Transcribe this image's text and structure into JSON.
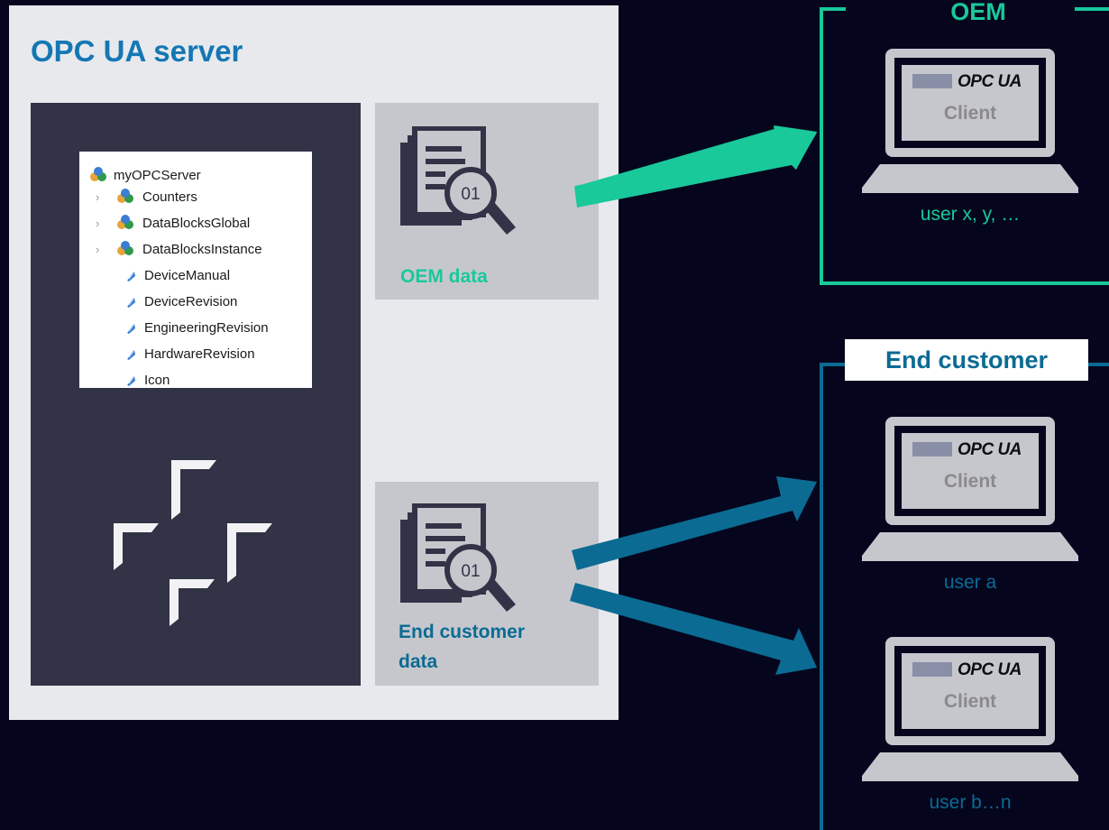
{
  "server": {
    "title": "OPC UA server",
    "tree": {
      "root": "myOPCServer",
      "items": [
        {
          "label": "Counters",
          "kind": "folder"
        },
        {
          "label": "DataBlocksGlobal",
          "kind": "folder"
        },
        {
          "label": "DataBlocksInstance",
          "kind": "folder"
        },
        {
          "label": "DeviceManual",
          "kind": "property"
        },
        {
          "label": "DeviceRevision",
          "kind": "property"
        },
        {
          "label": "EngineeringRevision",
          "kind": "property"
        },
        {
          "label": "HardwareRevision",
          "kind": "property"
        },
        {
          "label": "Icon",
          "kind": "property"
        }
      ]
    },
    "oem_data_label": "OEM data",
    "end_customer_data_label": [
      "End customer",
      "data"
    ],
    "doc_badge": "01"
  },
  "groups": {
    "oem": {
      "title": "OEM",
      "color": "#19c99a",
      "clients": [
        {
          "brand": "OPC UA",
          "label": "Client",
          "user": "user x, y, …"
        }
      ]
    },
    "end_customer": {
      "title": "End customer",
      "color": "#0b6b93",
      "clients": [
        {
          "brand": "OPC UA",
          "label": "Client",
          "user": "user a"
        },
        {
          "brand": "OPC UA",
          "label": "Client",
          "user": "user b…n"
        }
      ]
    }
  },
  "colors": {
    "background": "#05061e",
    "server_panel": "#e8e9ed",
    "dark_panel": "#333347",
    "data_box": "#c6c7cd",
    "title_blue": "#1477b3",
    "oem_green": "#19c99a",
    "end_customer_blue": "#0b6b93",
    "laptop_gray": "#c6c7cd"
  }
}
